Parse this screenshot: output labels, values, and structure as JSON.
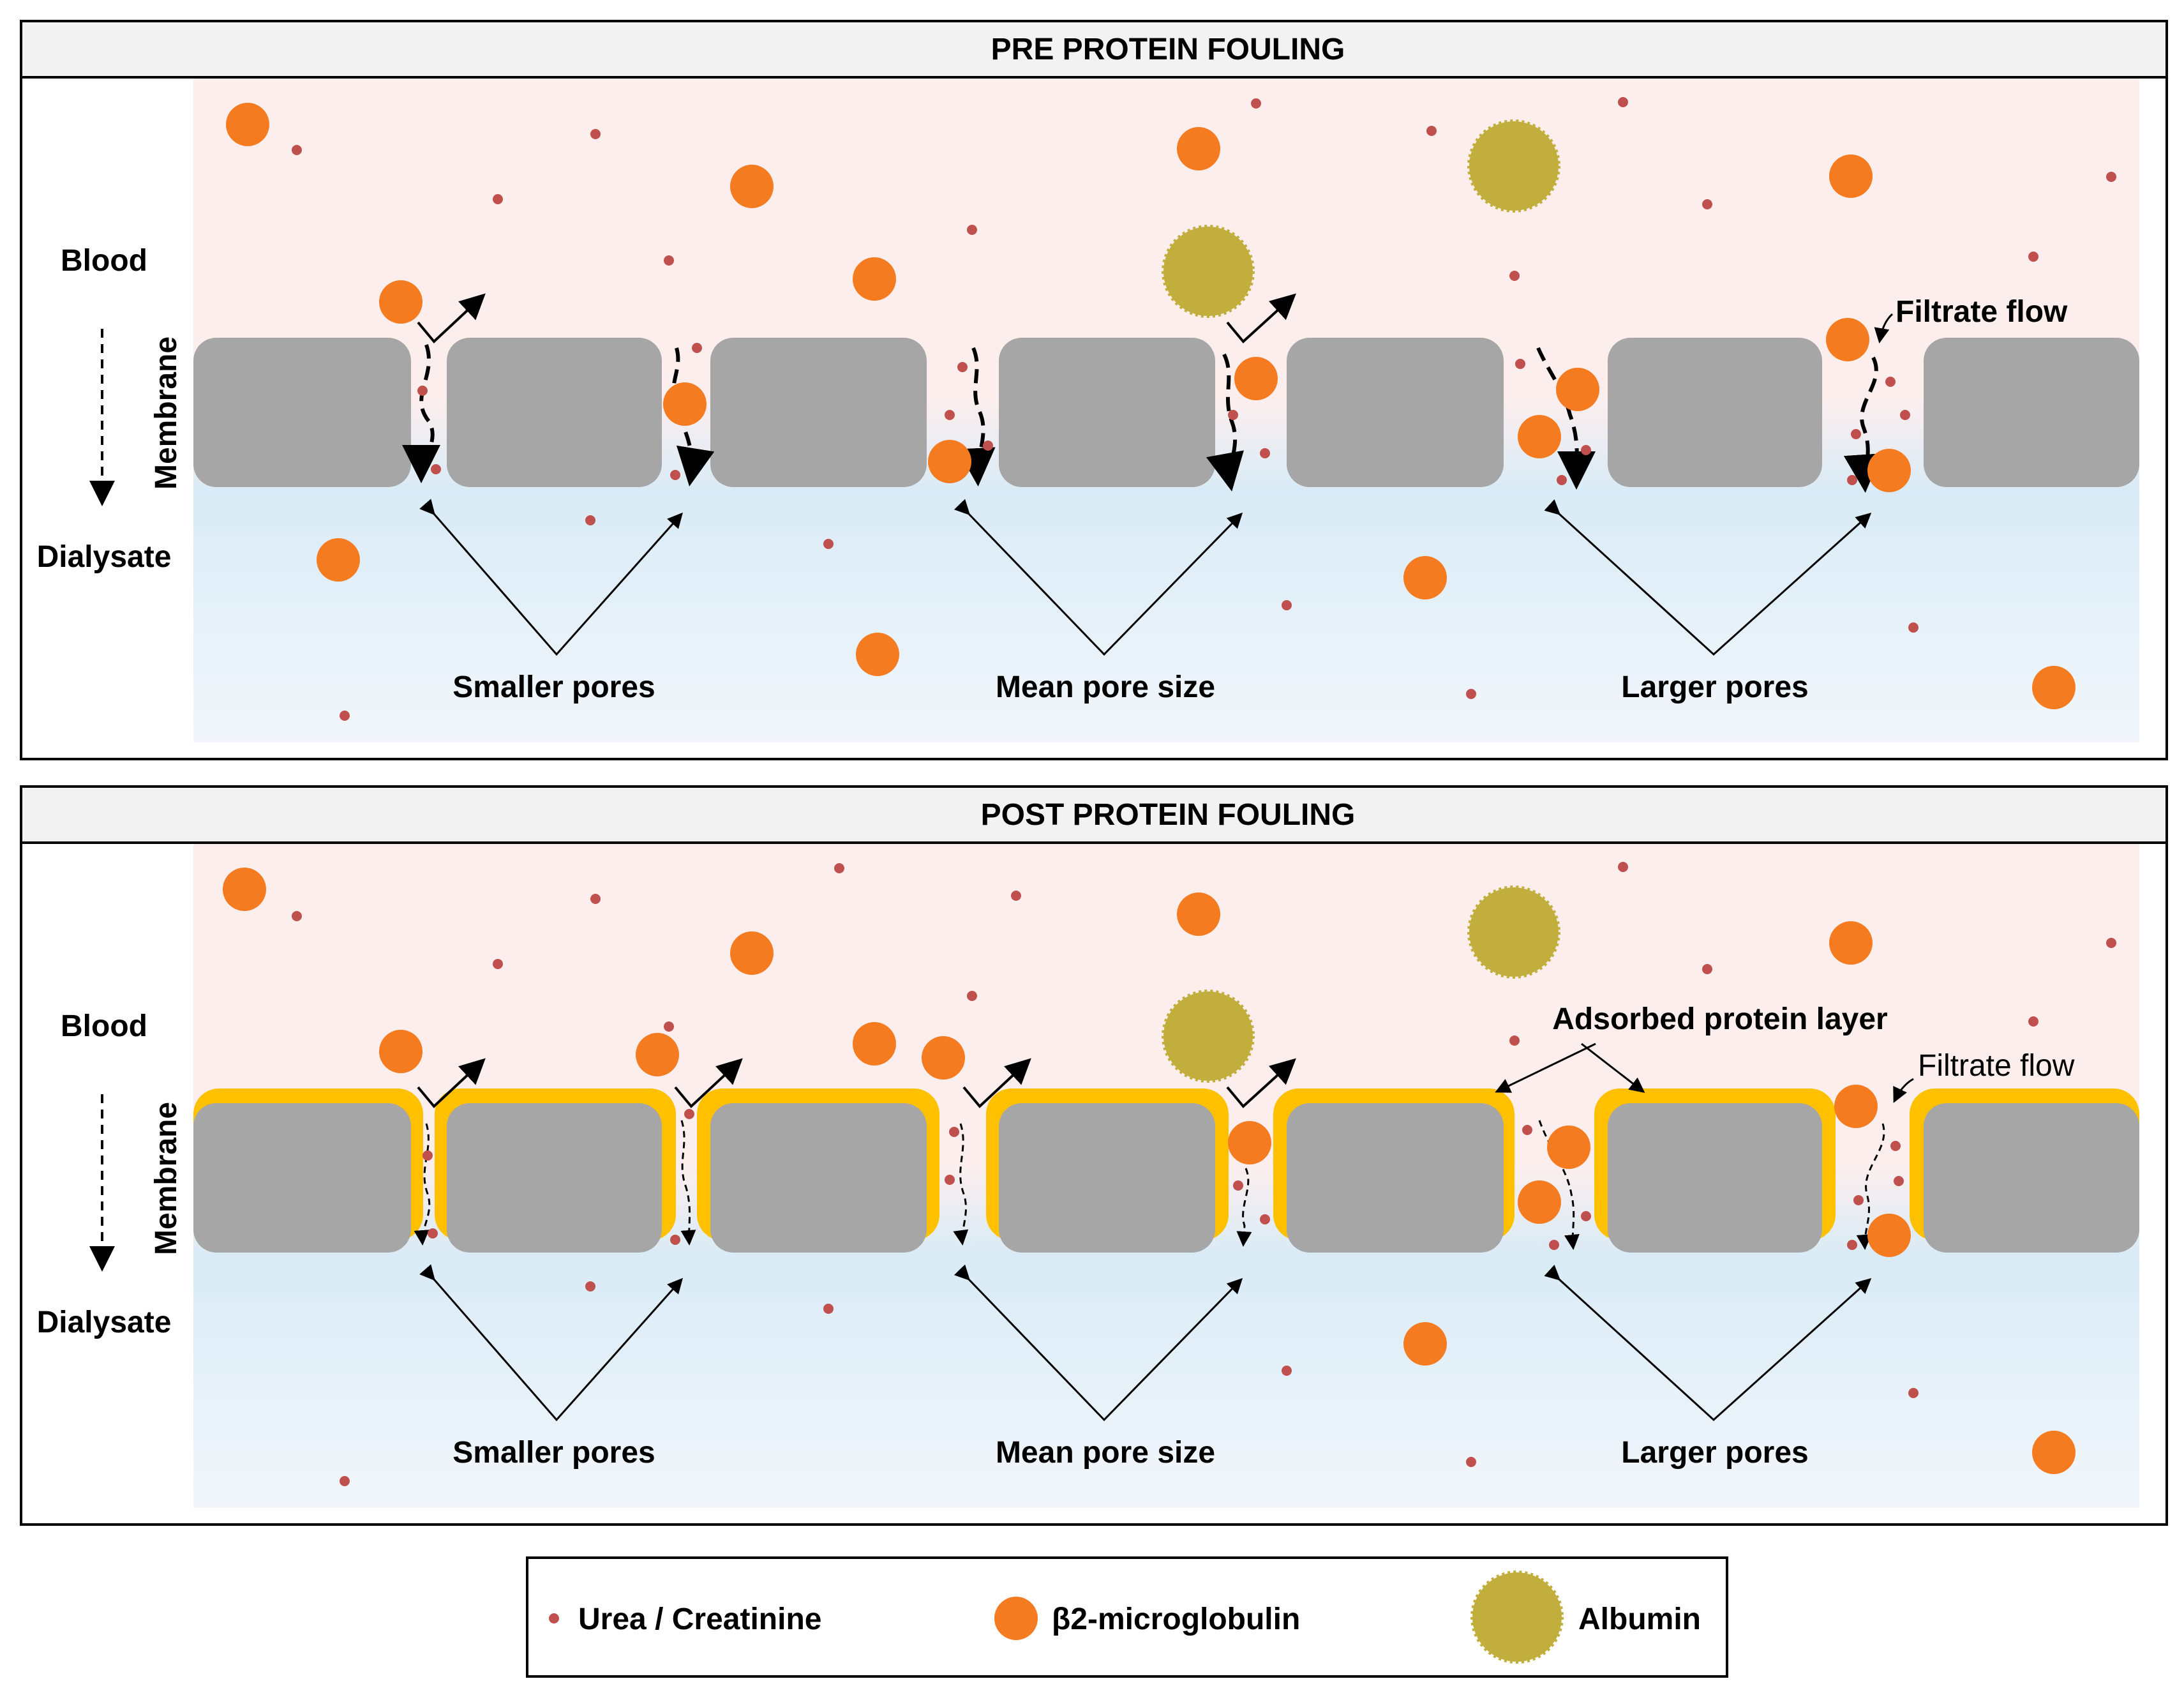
{
  "panels": [
    {
      "title": "PRE PROTEIN FOULING",
      "blood_label": "Blood",
      "membrane_label": "Membrane",
      "dialysate_label": "Dialysate",
      "pore_labels": [
        "Smaller pores",
        "Mean pore size",
        "Larger pores"
      ],
      "filtrate_label": "Filtrate flow",
      "protein_layer_label": ""
    },
    {
      "title": "POST PROTEIN FOULING",
      "blood_label": "Blood",
      "membrane_label": "Membrane",
      "dialysate_label": "Dialysate",
      "pore_labels": [
        "Smaller pores",
        "Mean pore size",
        "Larger pores"
      ],
      "filtrate_label": "Filtrate flow",
      "protein_layer_label": "Adsorbed protein layer"
    }
  ],
  "legend": {
    "urea": "Urea / Creatinine",
    "b2m": "β2-microglobulin",
    "albumin": "Albumin"
  },
  "colors": {
    "blood_bg": "#fdeeee",
    "dialysate_bg": "#d9ebf6",
    "membrane": "#a6a6a6",
    "protein_layer": "#ffc000",
    "b2m": "#f47b20",
    "albumin": "#c2ae3c",
    "urea": "#c0504d",
    "header_bg": "#f2f2f2"
  },
  "icons": [
    "urea-dot-icon",
    "b2m-sphere-icon",
    "albumin-sphere-icon",
    "flow-arrow-icon"
  ]
}
